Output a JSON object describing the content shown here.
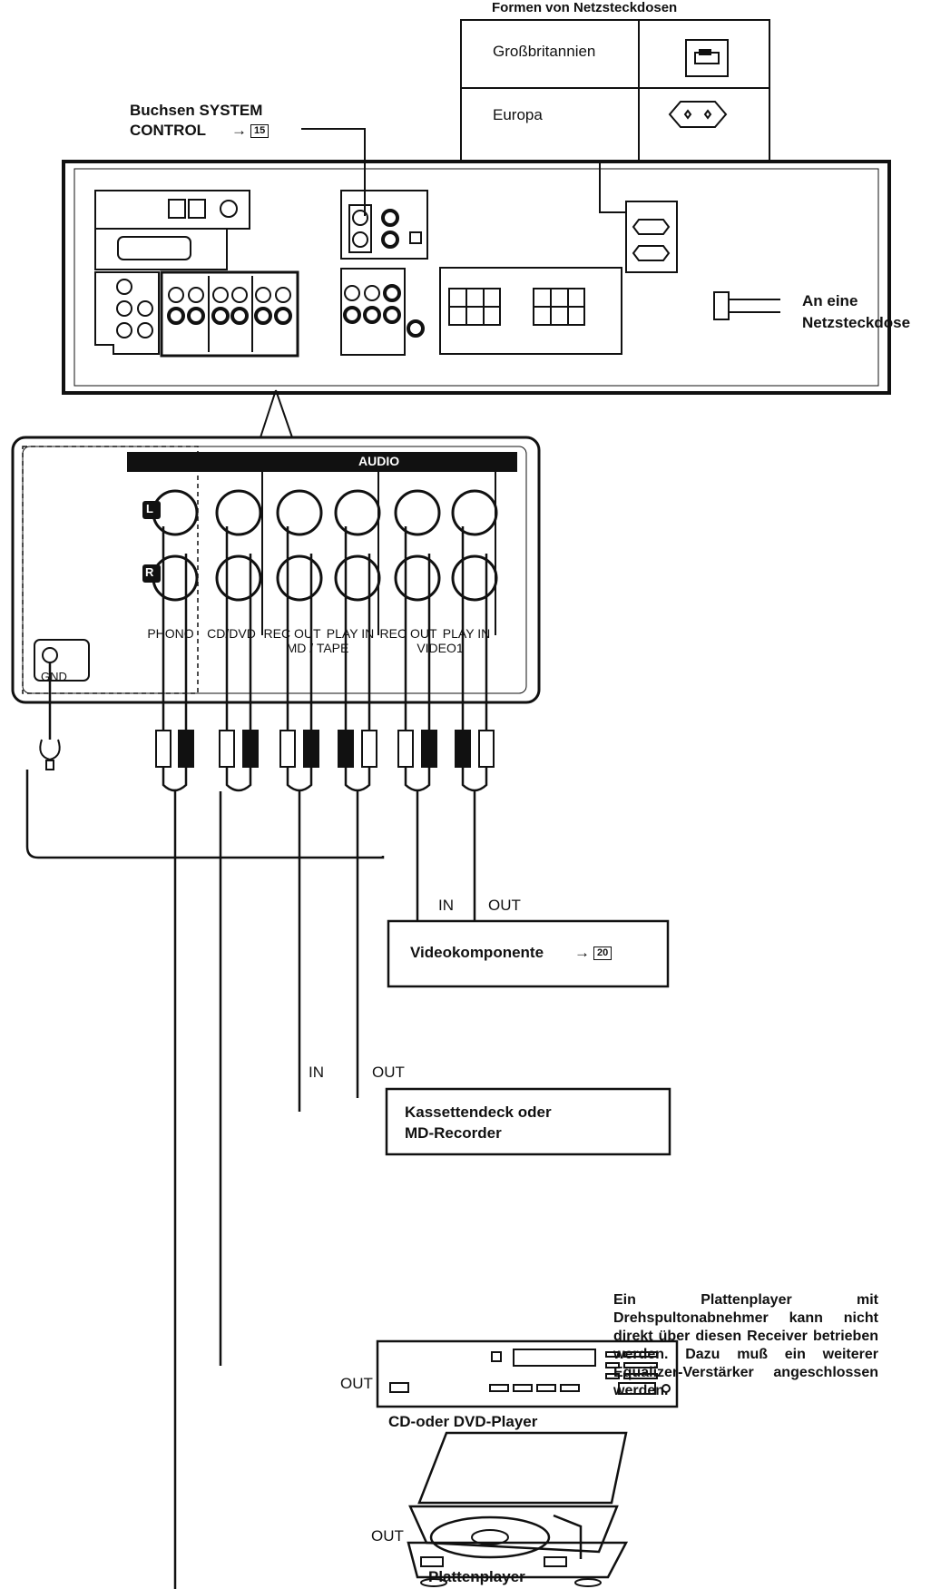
{
  "outlet_table": {
    "title": "Formen von Netzsteckdosen",
    "rows": [
      {
        "region": "Großbritannien",
        "icon": "uk-plug-icon"
      },
      {
        "region": "Europa",
        "icon": "euro-plug-icon"
      }
    ]
  },
  "labels": {
    "system_control": [
      "Buchsen SYSTEM",
      "CONTROL"
    ],
    "system_control_ref": "15",
    "mains": [
      "An eine",
      "Netzsteckdose"
    ],
    "audio": "AUDIO",
    "ch_left": "L",
    "ch_right": "R",
    "gnd": "GND",
    "jacks": [
      {
        "top": "PHONO",
        "bottom": ""
      },
      {
        "top": "CD/DVD",
        "bottom": ""
      },
      {
        "top": "REC OUT",
        "bottom": ""
      },
      {
        "top": "PLAY IN",
        "bottom": "MD / TAPE"
      },
      {
        "top": "REC OUT",
        "bottom": ""
      },
      {
        "top": "PLAY IN",
        "bottom": "VIDEO1"
      }
    ]
  },
  "components": {
    "video": {
      "name": "Videokomponente",
      "ref": "20",
      "in": "IN",
      "out": "OUT"
    },
    "tape": {
      "name": [
        "Kassettendeck oder",
        "MD-Recorder"
      ],
      "in": "IN",
      "out": "OUT"
    },
    "cd": {
      "name": "CD-oder DVD-Player",
      "out": "OUT"
    },
    "turntable": {
      "name": "Plattenplayer",
      "out": "OUT"
    }
  },
  "note": "Ein Plattenplayer mit Drehspultonabnehmer kann nicht direkt über diesen Receiver betrieben werden. Dazu muß ein weiterer Equalizer-Verstärker angeschlossen werden."
}
